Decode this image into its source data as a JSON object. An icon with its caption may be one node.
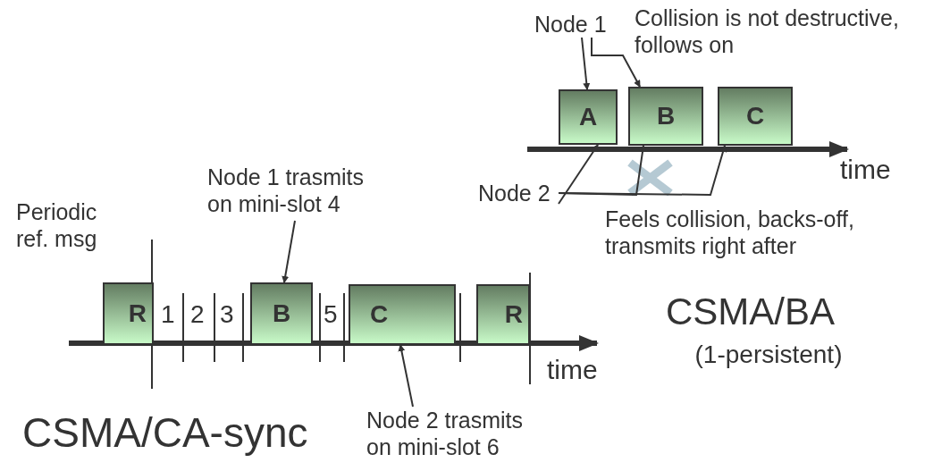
{
  "diagram": {
    "nodes": [
      {
        "text": [
          "R"
        ]
      },
      {
        "text": [
          "B"
        ]
      },
      {
        "text": [
          "C"
        ]
      },
      {
        "text": [
          "R"
        ]
      },
      {
        "text": [
          "Node 1 trasmits on mini-slot 4"
        ]
      },
      {
        "text": [
          "Node 2 trasmits on mini-slot 6"
        ]
      },
      {
        "text": [
          "A"
        ]
      },
      {
        "text": [
          "B"
        ]
      },
      {
        "text": [
          "C"
        ]
      },
      {
        "text": [
          "Node 1"
        ]
      },
      {
        "text": [
          "Node 2"
        ]
      }
    ],
    "edges": [
      {
        "from": 4,
        "to": 1,
        "arrow": "to"
      },
      {
        "from": 5,
        "to": 2,
        "arrow": "to"
      },
      {
        "from": 9,
        "to": 6,
        "arrow": "to"
      },
      {
        "from": 9,
        "to": 7,
        "arrow": "to"
      },
      {
        "from": 10,
        "to": 6,
        "arrow": "to"
      },
      {
        "from": 10,
        "to": 7,
        "arrow": "to"
      },
      {
        "from": 10,
        "to": 8,
        "arrow": "to"
      }
    ],
    "labels": [
      "Collision is not destructive, follows on",
      "time",
      "Periodic ref. msg",
      "Feels collision, backs-off, transmits right after",
      "1",
      "2",
      "3",
      "5",
      "CSMA/BA",
      "(1-persistent)",
      "time",
      "CSMA/CA-sync"
    ]
  }
}
